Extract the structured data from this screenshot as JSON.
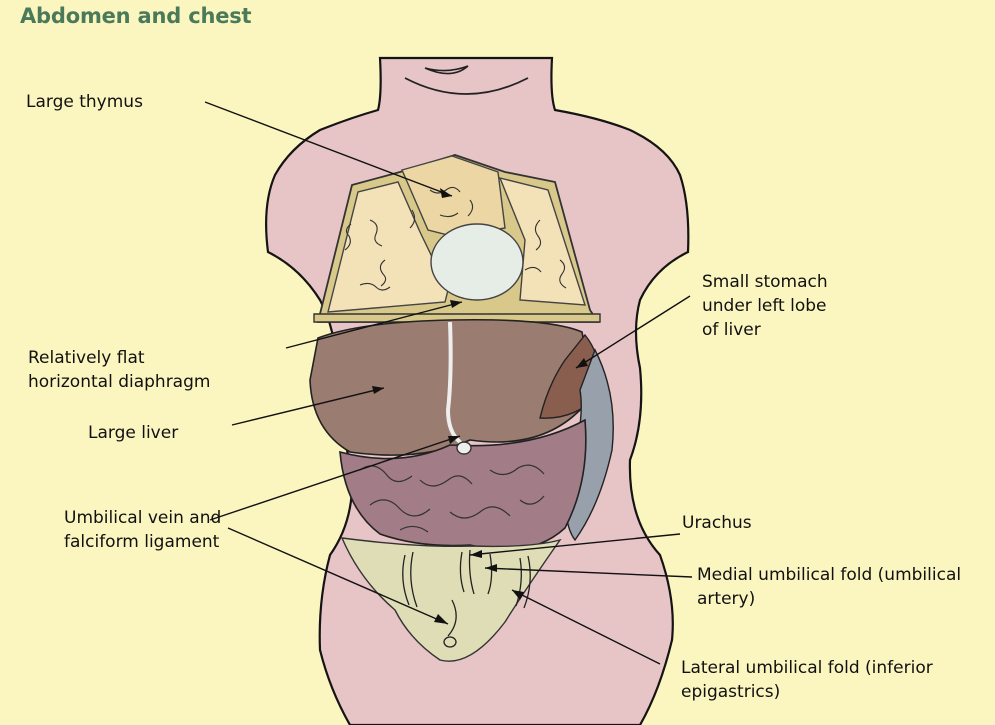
{
  "title": "Abdomen and chest",
  "labels": {
    "large_thymus": "Large thymus",
    "small_stomach": [
      "Small stomach",
      "under left lobe",
      "of liver"
    ],
    "flat_diaphragm": [
      "Relatively flat",
      "horizontal diaphragm"
    ],
    "large_liver": "Large liver",
    "umbilical_vein": [
      "Umbilical vein and",
      "falciform ligament"
    ],
    "urachus": "Urachus",
    "medial_fold": [
      "Medial umbilical fold (umbilical",
      "artery)"
    ],
    "lateral_fold": [
      "Lateral umbilical fold (inferior",
      "epigastrics)"
    ]
  },
  "colors": {
    "background": "#fbf5bf",
    "skin": "#e7c4c6",
    "lung": "#f3e1b8",
    "thymus": "#ecd6a4",
    "heart": "#e6ece6",
    "liver": "#9a7c70",
    "stomach": "#8a5e4e",
    "intestine": "#a27c87",
    "bladder_area": "#dfddb5",
    "title": "#4a7a5a"
  }
}
